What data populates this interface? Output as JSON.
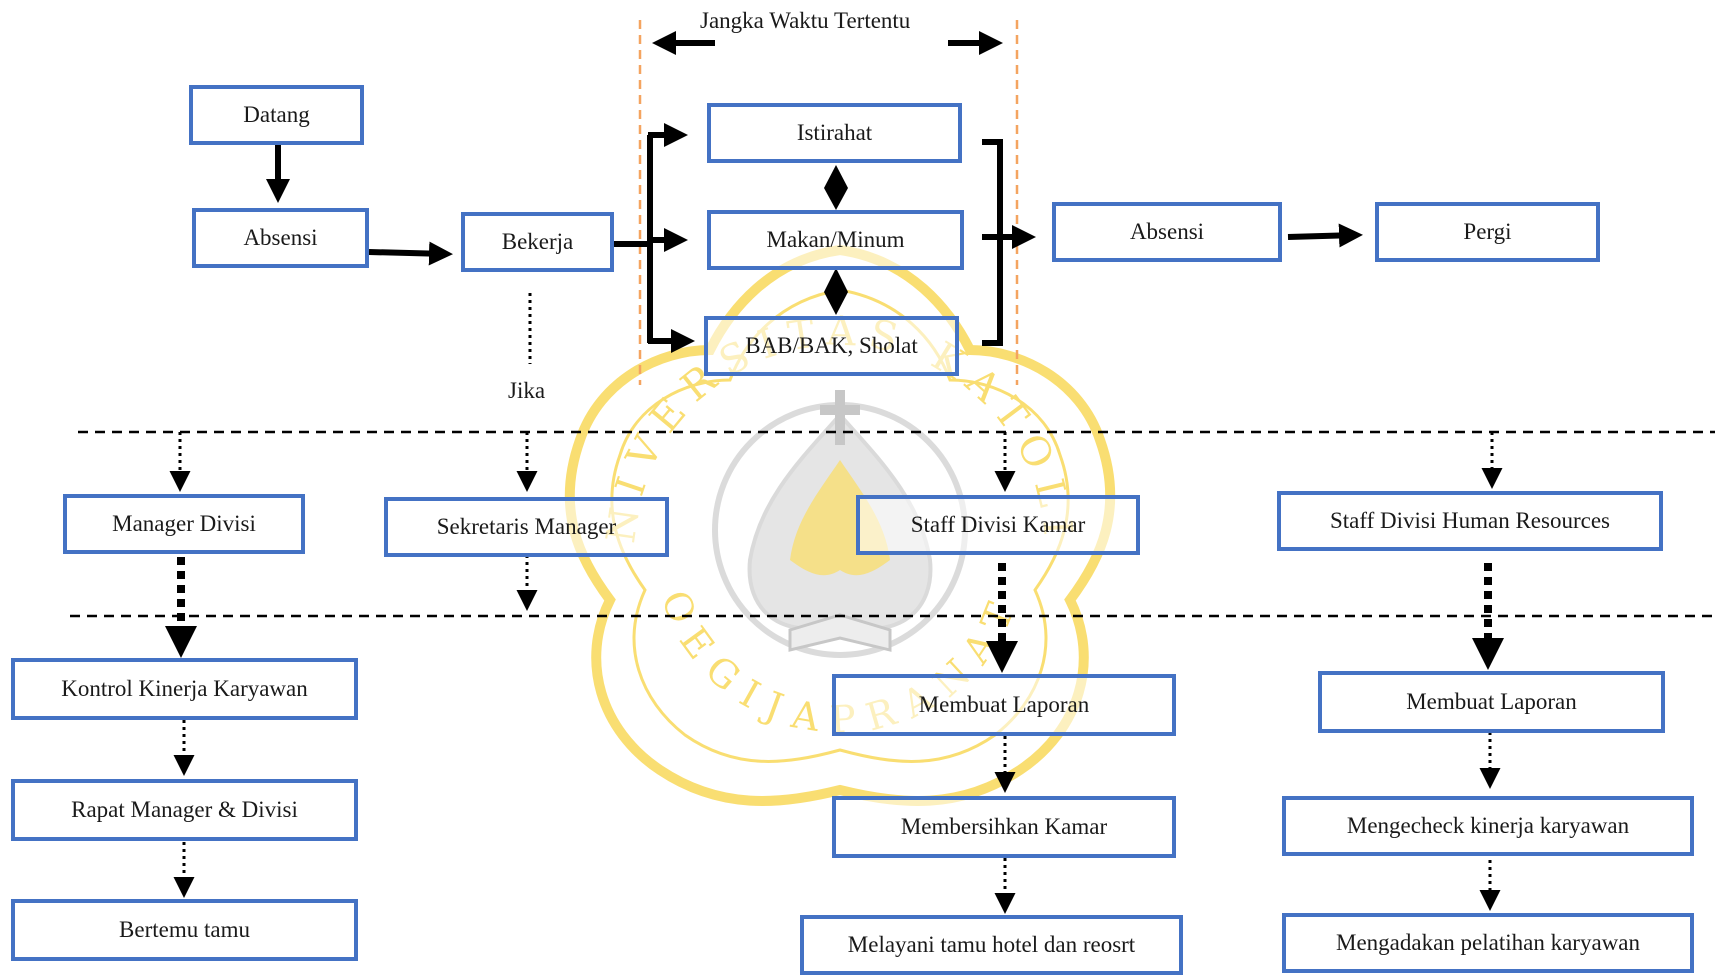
{
  "diagram": {
    "time_label": "Jangka Waktu Tertentu",
    "condition_label": "Jika",
    "nodes": {
      "datang": "Datang",
      "absensi_in": "Absensi",
      "bekerja": "Bekerja",
      "istirahat": "Istirahat",
      "makan_minum": "Makan/Minum",
      "bab_bak": "BAB/BAK, Sholat",
      "absensi_out": "Absensi",
      "pergi": "Pergi"
    },
    "roles": [
      {
        "title": "Manager Divisi",
        "tasks": [
          "Kontrol Kinerja Karyawan",
          "Rapat Manager & Divisi",
          "Bertemu tamu"
        ]
      },
      {
        "title": "Sekretaris Manager",
        "tasks": []
      },
      {
        "title": "Staff Divisi Kamar",
        "tasks": [
          "Membuat Laporan",
          "Membersihkan Kamar",
          "Melayani tamu hotel dan reosrt"
        ]
      },
      {
        "title": "Staff Divisi Human Resources",
        "tasks": [
          "Membuat Laporan",
          "Mengecheck kinerja karyawan",
          "Mengadakan pelatihan karyawan"
        ]
      }
    ]
  },
  "watermark": {
    "text_top": "UNIVERSITAS KATOLIK",
    "text_bottom": "SOEGIJAPRANATA",
    "color": "#f5c400"
  },
  "colors": {
    "box_border": "#4472c4",
    "time_bound_line": "#f4a460",
    "arrow": "#000000"
  }
}
